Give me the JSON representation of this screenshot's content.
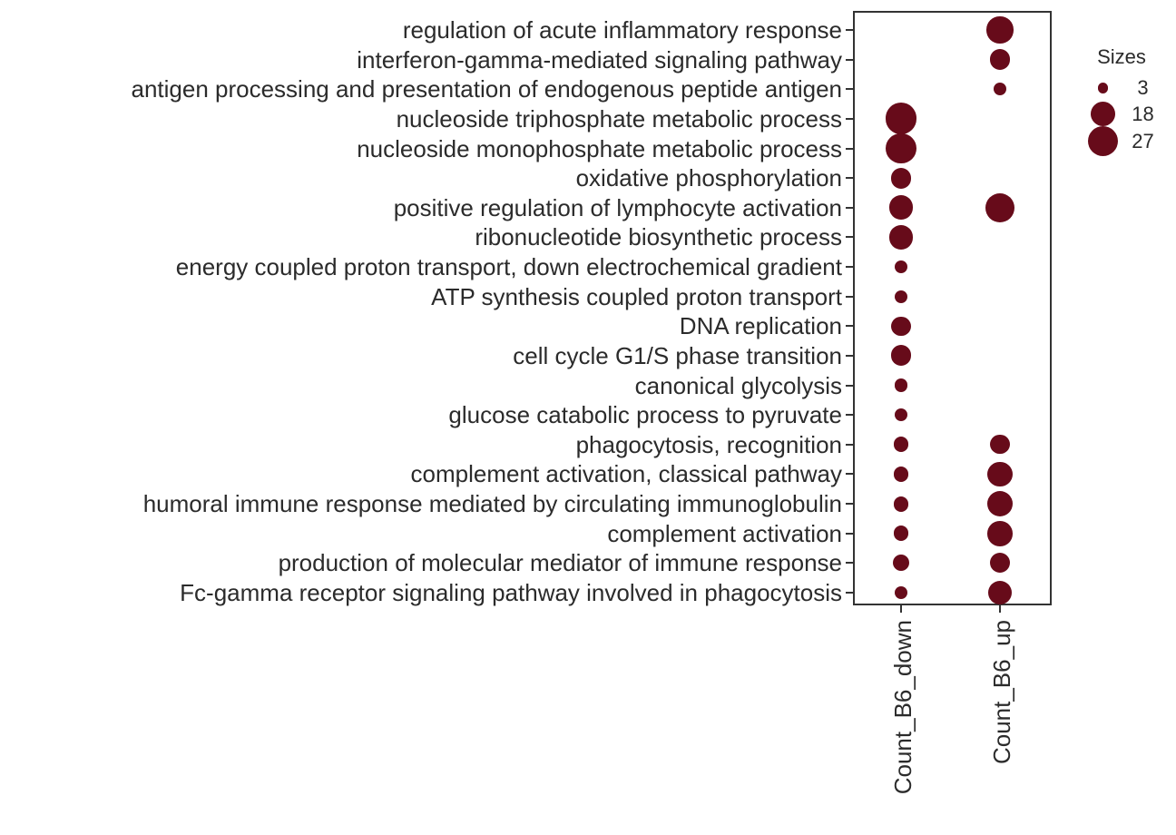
{
  "chart_data": {
    "type": "scatter",
    "variant": "dot-plot",
    "title": "",
    "xlabel": "",
    "ylabel": "",
    "grid": false,
    "x_categories": [
      "Count_B6_down",
      "Count_B6_up"
    ],
    "y_categories": [
      "regulation of acute inflammatory response",
      "interferon-gamma-mediated signaling pathway",
      "antigen processing and presentation of endogenous peptide antigen",
      "nucleoside triphosphate metabolic process",
      "nucleoside monophosphate metabolic process",
      "oxidative phosphorylation",
      "positive regulation of lymphocyte activation",
      "ribonucleotide biosynthetic process",
      "energy coupled proton transport, down electrochemical gradient",
      "ATP synthesis coupled proton transport",
      "DNA replication",
      "cell cycle G1/S phase transition",
      "canonical glycolysis",
      "glucose catabolic process to pyruvate",
      "phagocytosis, recognition",
      "complement activation, classical pathway",
      "humoral immune response mediated by circulating immunoglobulin",
      "complement activation",
      "production of molecular mediator of immune response",
      "Fc-gamma receptor signaling pathway involved in phagocytosis"
    ],
    "series": [
      {
        "name": "Count_B6_down",
        "values": [
          null,
          null,
          null,
          30,
          28,
          13,
          18,
          17,
          5,
          5,
          11,
          13,
          5,
          5,
          7,
          7,
          7,
          7,
          8,
          5
        ]
      },
      {
        "name": "Count_B6_up",
        "values": [
          21,
          13,
          5,
          null,
          null,
          null,
          26,
          null,
          null,
          null,
          null,
          null,
          null,
          null,
          11,
          19,
          20,
          19,
          12,
          18
        ]
      }
    ],
    "size_legend": {
      "title": "Sizes",
      "values": [
        "3",
        "18",
        "27"
      ]
    },
    "size_encoding": "dot area proportional to count (diameter_px = 6.36 * sqrt(count))",
    "dot_color": "#670b1a",
    "axis_color": "#333333",
    "text_color": "#2b2b2b",
    "legend_position": "right-top-outside"
  }
}
